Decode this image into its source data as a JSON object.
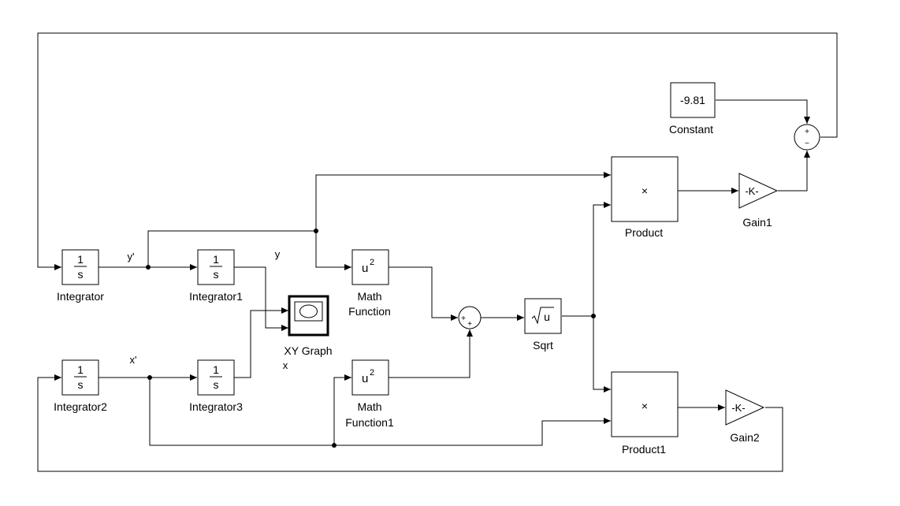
{
  "blocks": {
    "integrator": {
      "label": "Integrator",
      "numerator": "1",
      "denominator": "s"
    },
    "integrator1": {
      "label": "Integrator1",
      "numerator": "1",
      "denominator": "s"
    },
    "integrator2": {
      "label": "Integrator2",
      "numerator": "1",
      "denominator": "s"
    },
    "integrator3": {
      "label": "Integrator3",
      "numerator": "1",
      "denominator": "s"
    },
    "math_function": {
      "label_line1": "Math",
      "label_line2": "Function",
      "base": "u",
      "exponent": "2"
    },
    "math_function1": {
      "label_line1": "Math",
      "label_line2": "Function1",
      "base": "u",
      "exponent": "2"
    },
    "xy_graph": {
      "label": "XY Graph"
    },
    "sqrt": {
      "label": "Sqrt",
      "arg": "u"
    },
    "product": {
      "label": "Product",
      "symbol": "×"
    },
    "product1": {
      "label": "Product1",
      "symbol": "×"
    },
    "gain1": {
      "label": "Gain1",
      "value": "-K-"
    },
    "gain2": {
      "label": "Gain2",
      "value": "-K-"
    },
    "constant": {
      "label": "Constant",
      "value": "-9.81"
    },
    "sum_top": {
      "sign_top": "+",
      "sign_bottom": "−"
    },
    "sum_mid": {
      "sign_left": "+",
      "sign_bottom": "+"
    }
  },
  "signals": {
    "y_prime": "y'",
    "y": "y",
    "x_prime": "x'",
    "x": "x"
  }
}
